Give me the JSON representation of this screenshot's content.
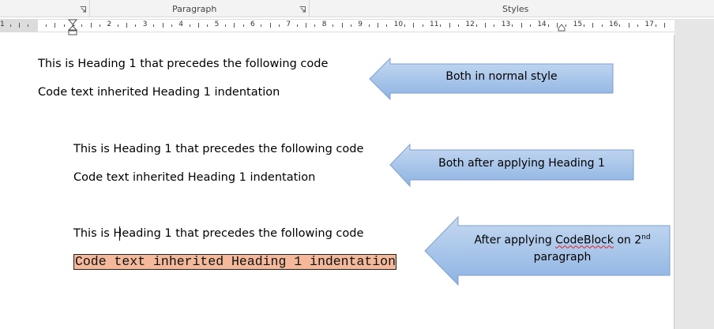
{
  "ribbon": {
    "groups": [
      "Paragraph",
      "Styles"
    ]
  },
  "ruler": {
    "numbers": [
      "1",
      "1",
      "2",
      "3",
      "4",
      "5",
      "6",
      "7",
      "8",
      "9",
      "10",
      "11",
      "12",
      "13",
      "14",
      "15",
      "16",
      "17"
    ]
  },
  "sections": [
    {
      "heading_line": "This is Heading 1 that precedes the following code",
      "code_line": "Code text inherited Heading 1 indentation",
      "callout": "Both in normal style"
    },
    {
      "heading_line": "This is Heading 1 that precedes the following code",
      "code_line": "Code text inherited Heading 1 indentation",
      "callout": "Both after applying Heading 1"
    },
    {
      "heading_line": "This is Heading 1 that precedes the following code",
      "code_line": "Code text inherited Heading 1 indentation",
      "callout_part1": "After applying ",
      "callout_misspelled": "CodeBlock",
      "callout_part2": " on 2",
      "callout_sup": "nd",
      "callout_line2": "paragraph"
    }
  ],
  "colors": {
    "callout_fill_top": "#c5d9f1",
    "callout_fill_bottom": "#8db3e2",
    "callout_stroke": "#7f9fcf",
    "code_highlight": "#f4b99a"
  }
}
